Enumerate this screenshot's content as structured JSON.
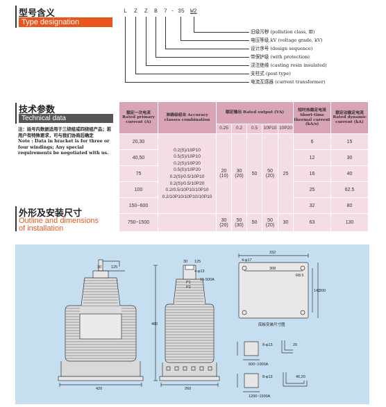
{
  "type_section": {
    "title_cn": "型号含义",
    "title_en": "Type designation"
  },
  "type_code": {
    "letters": [
      "L",
      "Z",
      "Z",
      "B",
      "7",
      "-",
      "35",
      "W2"
    ]
  },
  "type_desc": [
    "旧级污秽 (pollution class, Ⅲ)",
    "电压等级,kV (voltage grade, kV)",
    "设计序号 (design sequence)",
    "带保护级 (with protection)",
    "浇注绝缘 (casting resin insulated)",
    "支柱式 (post type)",
    "电流互感器 (current transformer)"
  ],
  "tech_section": {
    "title_cn": "技术参数",
    "title_en": "Technical data"
  },
  "note": {
    "cn": "注：括号内数据适用于三绕组或四绕组产品；若用户有特殊要求，可与我们协商后确定",
    "en": "Note : Data in bracket is for three or four windings; Any special requirements be negotiated with us."
  },
  "outline_section": {
    "title_cn": "外形及安装尺寸",
    "title_en_1": "Outline and dimensions",
    "title_en_2": "of installation"
  },
  "table": {
    "h_current": "额定一次电流 Rated primary current (A)",
    "h_accuracy": "准确级组合 Accuracy classes combination",
    "h_output": "额定输出 Rated output (VA)",
    "h_short": "短时热稳定电流 Short-time thermal current (kA/s)",
    "h_dynamic": "额定动稳定电流 Rated dynamic current (kA)",
    "sub": [
      "0.25",
      "0.2",
      "0.5",
      "10P10",
      "10P20"
    ],
    "currents": [
      "20,30",
      "40,50",
      "75",
      "100",
      "150~600",
      "750~1500"
    ],
    "short": [
      "6",
      "12",
      "16",
      "25",
      "32",
      "63"
    ],
    "dynamic": [
      "15",
      "30",
      "40",
      "62.5",
      "80",
      "130"
    ],
    "combos": [
      "0.2(S)/10P10",
      "0.5(S)/10P10",
      "0.2(S)/10P20",
      "0.5(S)/10P20",
      "0.2(S)/0.5/10P10",
      "0.2(S)/0.5/10P20",
      "0.2/0.5/10P10/10P10",
      "0.2/10P10/10P10/10P10"
    ],
    "out_a": {
      "c1": "20",
      "c1b": "(10)",
      "c2": "30",
      "c2b": "(20)",
      "c3": "50",
      "c4": "50",
      "c4b": "(20)",
      "c5": "25"
    },
    "out_b": {
      "c1": "30",
      "c1b": "(20)",
      "c2": "50",
      "c2b": "(30)",
      "c3": "50",
      "c4": "50",
      "c4b": "(20)",
      "c5": "30"
    }
  },
  "drawing": {
    "d_30a": "30",
    "d_125a": "125",
    "d_420": "420",
    "d_4phi13": "4-φ13",
    "d_p1": "P1",
    "d_p2": "P2",
    "d_15_500": "15-500A",
    "d_30b": "30",
    "d_125b": "125",
    "d_480": "480",
    "d_260": "260",
    "d_332": "332",
    "d_4phi17": "4-φ17",
    "d_308": "308",
    "d_r85": "R8.5",
    "d_142": "142",
    "d_200": "200",
    "d_base_caption": "底板安装尺寸图",
    "d_8phi13a": "8-φ13",
    "d_600_1000": "600~1000A",
    "d_20": "20",
    "d_8phi13b": "8-φ13",
    "d_4020": "40,20",
    "d_1200_1500": "1200~1500A"
  }
}
